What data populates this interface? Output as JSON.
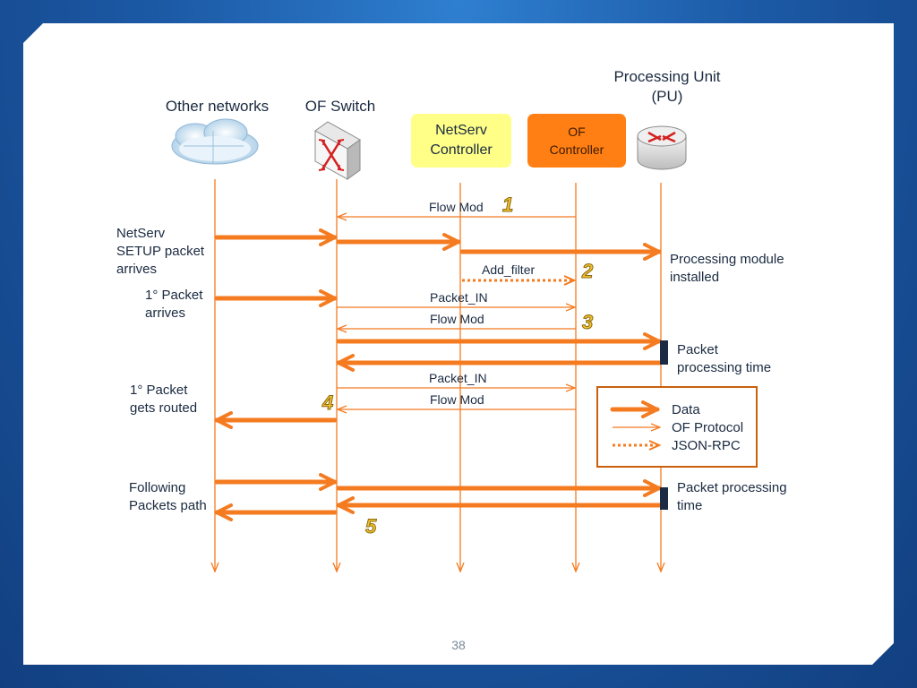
{
  "participants": {
    "other_networks": "Other networks",
    "of_switch": "OF Switch",
    "netserv_controller": "NetServ\nController",
    "of_controller": "OF\nController",
    "processing_unit": "Processing Unit\n(PU)"
  },
  "messages": {
    "flow_mod_1": "Flow Mod",
    "add_filter": "Add_filter",
    "packet_in_1": "Packet_IN",
    "flow_mod_2": "Flow Mod",
    "packet_in_2": "Packet_IN",
    "flow_mod_3": "Flow Mod"
  },
  "steps": [
    "1",
    "2",
    "3",
    "4",
    "5"
  ],
  "annotations": {
    "setup_arrives": "NetServ\nSETUP packet\narrives",
    "first_arrives": "1° Packet\narrives",
    "first_routed": "1° Packet\ngets routed",
    "following": "Following\nPackets path",
    "module_installed": "Processing module\ninstalled",
    "processing_time_1": "Packet\nprocessing time",
    "processing_time_2": "Packet processing\ntime"
  },
  "legend": {
    "data": "Data",
    "of_protocol": "OF Protocol",
    "json_rpc": "JSON-RPC"
  },
  "page_number": "38",
  "colors": {
    "arrow": "#f47b20",
    "netserv_box": "#ffff88",
    "of_controller_box": "#ff7f14",
    "processing_bar": "#1c2a44"
  }
}
